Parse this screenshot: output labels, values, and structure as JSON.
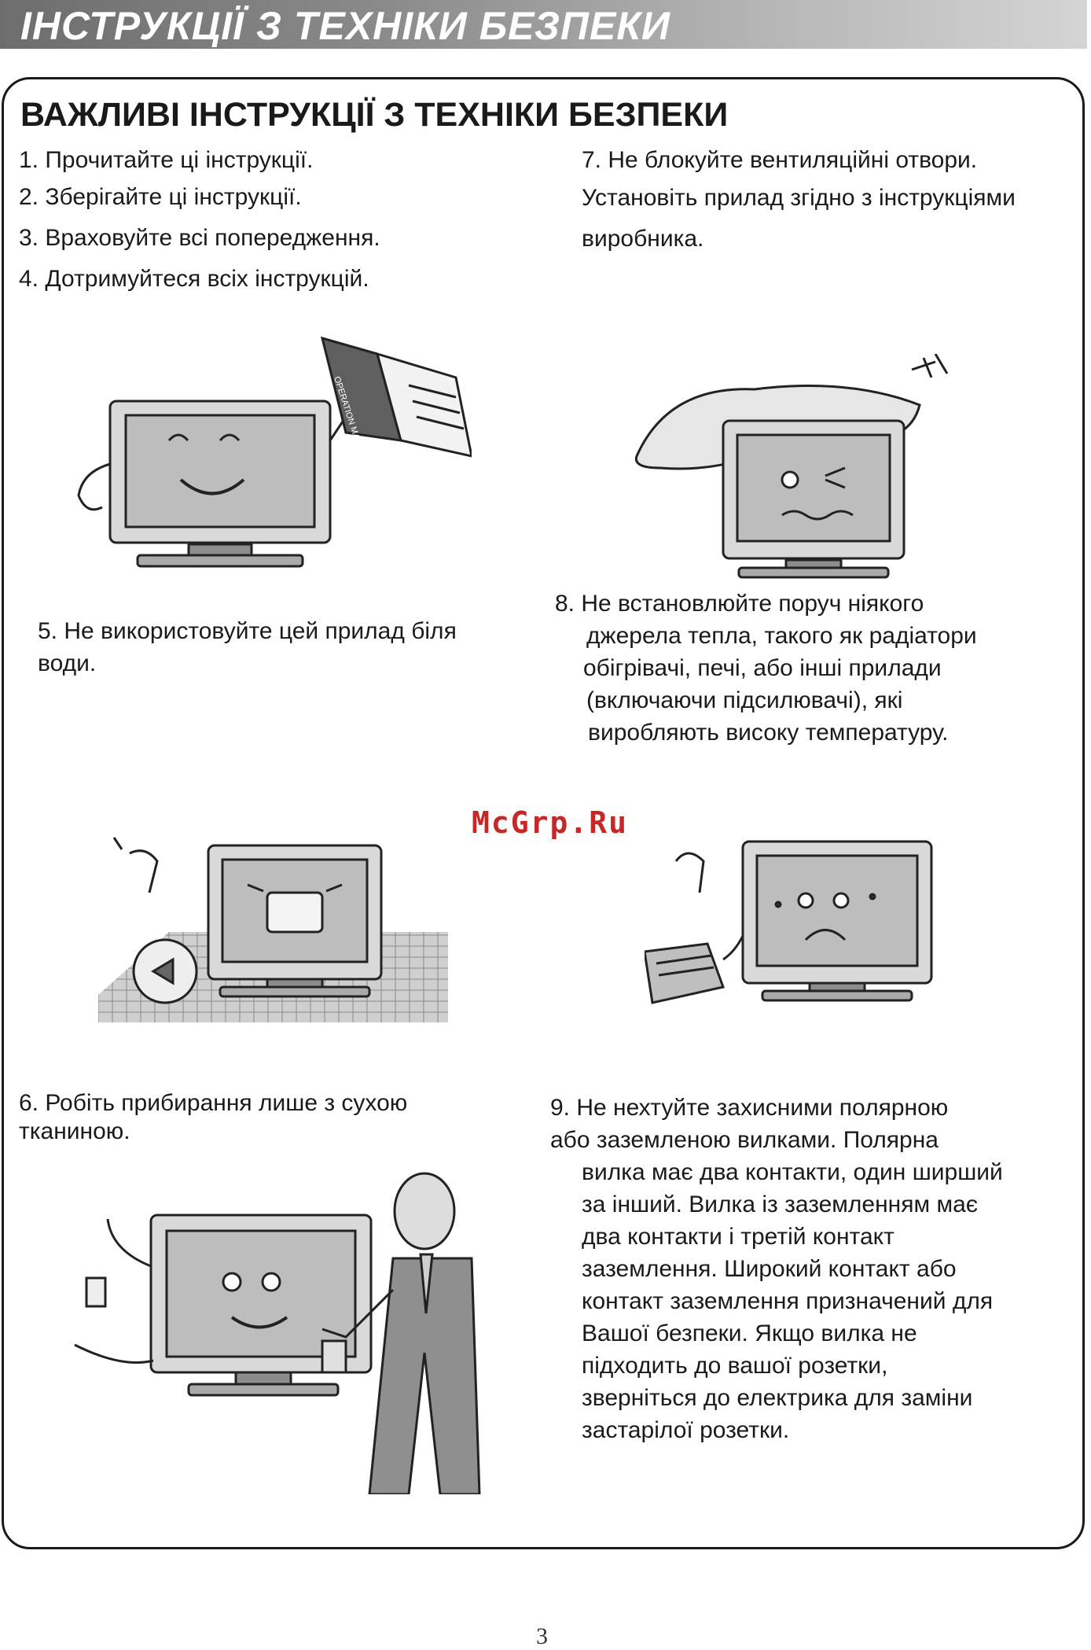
{
  "header": {
    "title": "ІНСТРУКЦІЇ З ТЕХНІКИ БЕЗПЕКИ"
  },
  "main": {
    "title": "ВАЖЛИВІ ІНСТРУКЦІЇ З ТЕХНІКИ БЕЗПЕКИ"
  },
  "items": {
    "i1": "1. Прочитайте ці інструкції.",
    "i2": "2. Зберігайте ці інструкції.",
    "i3": "3. Враховуйте всі попередження.",
    "i4": "4. Дотримуйтеся всіх інструкцій.",
    "i5": [
      "5. Не використовуйте цей прилад біля",
      "води."
    ],
    "i6": [
      "6. Робіть прибирання лише з сухою",
      "тканиною."
    ],
    "i7": [
      "7. Не блокуйте вентиляційні отвори.",
      "Установіть прилад згідно з інструкціями",
      "виробника."
    ],
    "i8": [
      "8. Не встановлюйте поруч ніякого",
      "джерела тепла, такого як радіатори",
      "обігрівачі, печі, або інші прилади",
      "(включаючи підсилювачі), які",
      "виробляють високу температуру."
    ],
    "i9": [
      "9. Не нехтуйте захисними полярною",
      "або заземленою вилками. Полярна",
      "вилка має два контакти, один ширший",
      "за інший. Вилка із заземленням має",
      "два контакти і третій контакт",
      "заземлення. Широкий контакт або",
      "контакт заземлення призначений для",
      "Вашої безпеки. Якщо вилка не",
      "підходить до вашої розетки,",
      "зверніться до електрика для заміни",
      "застарілої розетки."
    ]
  },
  "illustration_labels": {
    "manual": "OPERATION MANUAL"
  },
  "watermark": "McGrp.Ru",
  "page_number": "3"
}
